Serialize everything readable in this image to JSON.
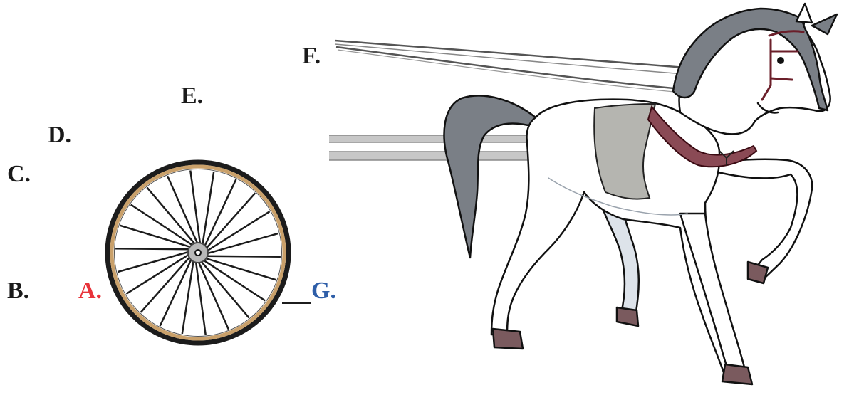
{
  "labels": {
    "a": "A.",
    "b": "B.",
    "c": "C.",
    "d": "D.",
    "e": "E.",
    "f": "F.",
    "g": "G."
  },
  "colors": {
    "label_default": "#1a1a1a",
    "label_a": "#e8333a",
    "label_g": "#2e5ea8",
    "tire": "#1c1c1c",
    "rim": "#c9a06a",
    "hub": "#b8b8b8",
    "horse_body": "#ffffff",
    "horse_shade": "#dde3ea",
    "mane_tail": "#7a7f86",
    "hoof": "#7a5a5e",
    "harness": "#6b1f2a",
    "saddle_pad": "#b5b5b0",
    "shafts": "#9a9a9a",
    "reins": "#555555"
  },
  "wheel": {
    "spoke_count": 22
  },
  "icons": [
    "wheel-icon",
    "horse-icon"
  ]
}
